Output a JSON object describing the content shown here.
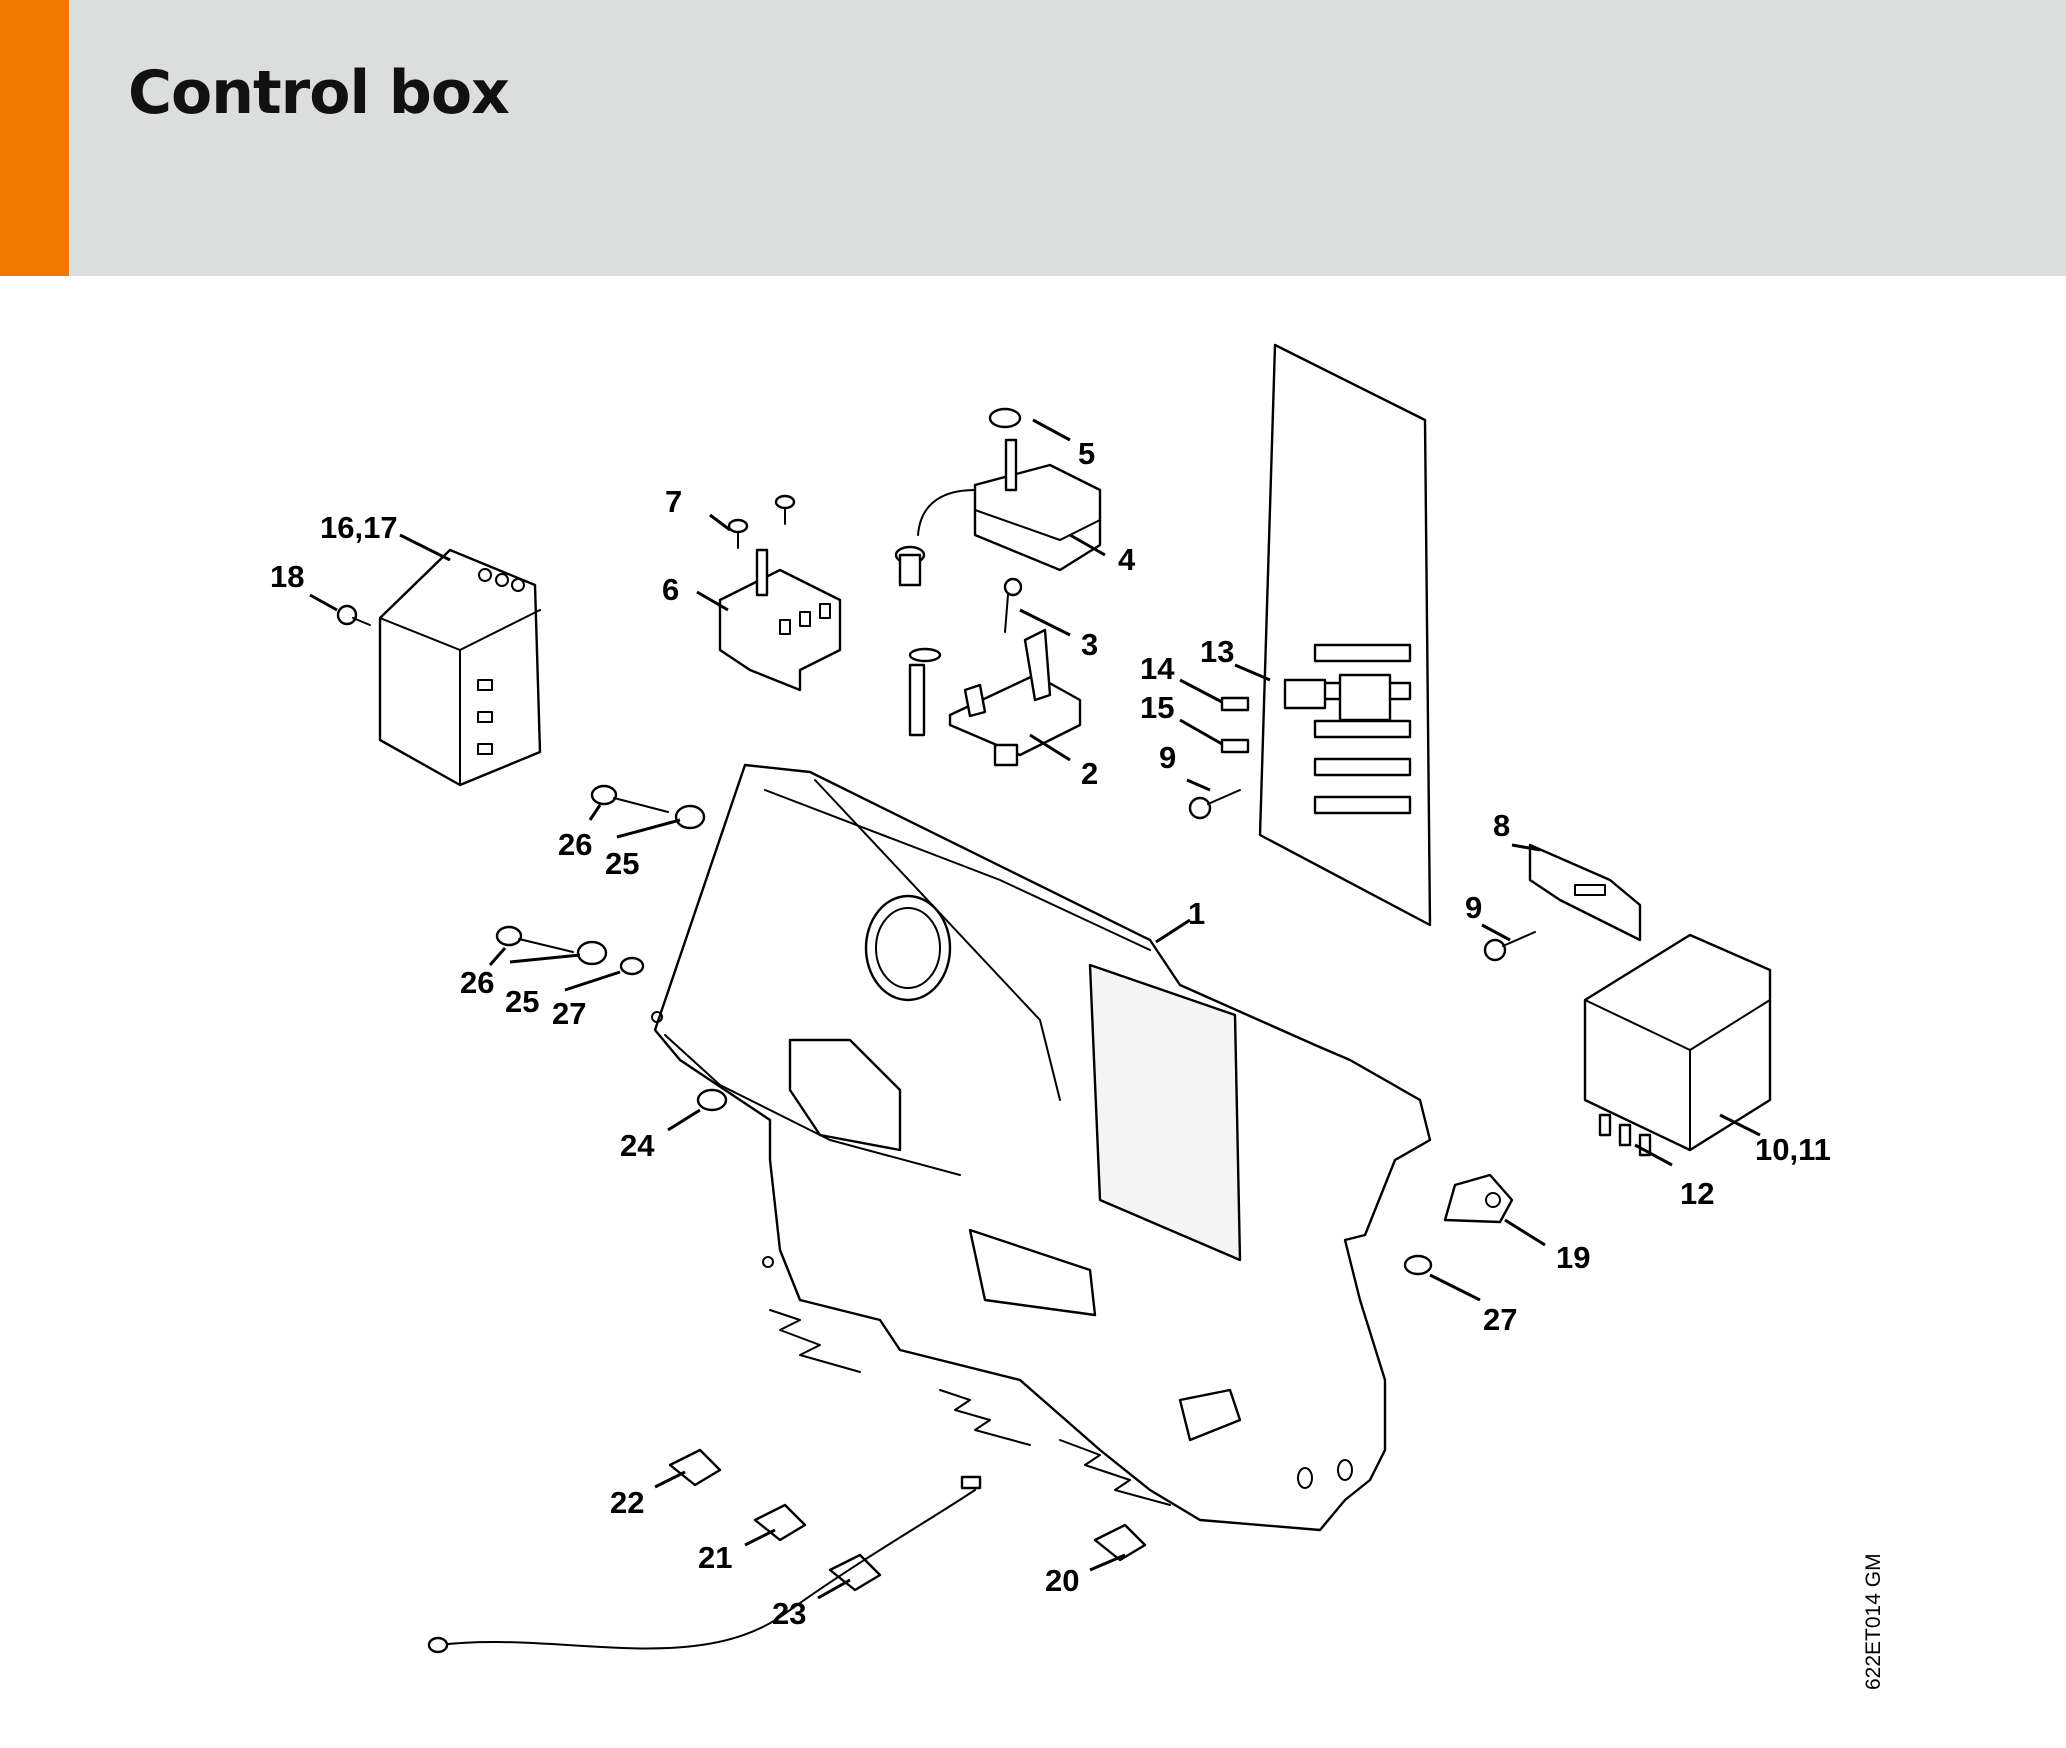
{
  "header": {
    "title": "Control box",
    "accent_color": "#f07800",
    "background_color": "#dcdddd"
  },
  "diagram": {
    "reference_code": "622ET014 GM",
    "callouts": [
      {
        "id": "c1",
        "label": "1"
      },
      {
        "id": "c2",
        "label": "2"
      },
      {
        "id": "c3",
        "label": "3"
      },
      {
        "id": "c4",
        "label": "4"
      },
      {
        "id": "c5",
        "label": "5"
      },
      {
        "id": "c6",
        "label": "6"
      },
      {
        "id": "c7",
        "label": "7"
      },
      {
        "id": "c8",
        "label": "8"
      },
      {
        "id": "c9a",
        "label": "9"
      },
      {
        "id": "c9b",
        "label": "9"
      },
      {
        "id": "c10",
        "label": "10,11"
      },
      {
        "id": "c12",
        "label": "12"
      },
      {
        "id": "c13",
        "label": "13"
      },
      {
        "id": "c14",
        "label": "14"
      },
      {
        "id": "c15",
        "label": "15"
      },
      {
        "id": "c16",
        "label": "16,17"
      },
      {
        "id": "c18",
        "label": "18"
      },
      {
        "id": "c19",
        "label": "19"
      },
      {
        "id": "c20",
        "label": "20"
      },
      {
        "id": "c21",
        "label": "21"
      },
      {
        "id": "c22",
        "label": "22"
      },
      {
        "id": "c23",
        "label": "23"
      },
      {
        "id": "c24",
        "label": "24"
      },
      {
        "id": "c25a",
        "label": "25"
      },
      {
        "id": "c25b",
        "label": "25"
      },
      {
        "id": "c26a",
        "label": "26"
      },
      {
        "id": "c26b",
        "label": "26"
      },
      {
        "id": "c27a",
        "label": "27"
      },
      {
        "id": "c27b",
        "label": "27"
      }
    ]
  }
}
